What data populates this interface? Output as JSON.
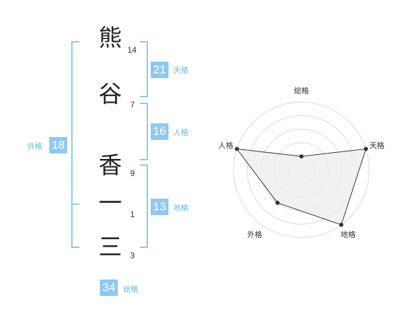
{
  "name": {
    "characters": [
      {
        "char": "熊",
        "strokes": "14"
      },
      {
        "char": "谷",
        "strokes": "7"
      },
      {
        "char": "香",
        "strokes": "9"
      },
      {
        "char": "一",
        "strokes": "1"
      },
      {
        "char": "三",
        "strokes": "3"
      }
    ]
  },
  "kakusu": {
    "tenkaku": {
      "value": "21",
      "label": "天格"
    },
    "jinkaku": {
      "value": "16",
      "label": "人格"
    },
    "chikaku": {
      "value": "13",
      "label": "地格"
    },
    "gaikaku": {
      "value": "18",
      "label": "外格"
    },
    "soukaku": {
      "value": "34",
      "label": "総格"
    }
  },
  "chart_data": {
    "type": "radar",
    "axes": [
      "総格",
      "天格",
      "地格",
      "外格",
      "人格"
    ],
    "values": [
      1,
      5,
      5,
      3,
      5
    ],
    "max": 5,
    "rings": 5,
    "colors": {
      "fill": "#efefef",
      "line": "#333333",
      "grid": "#d8d8d8",
      "point": "#333333"
    }
  },
  "colors": {
    "accent": "#8fc8f0",
    "label": "#6fb4e4"
  }
}
